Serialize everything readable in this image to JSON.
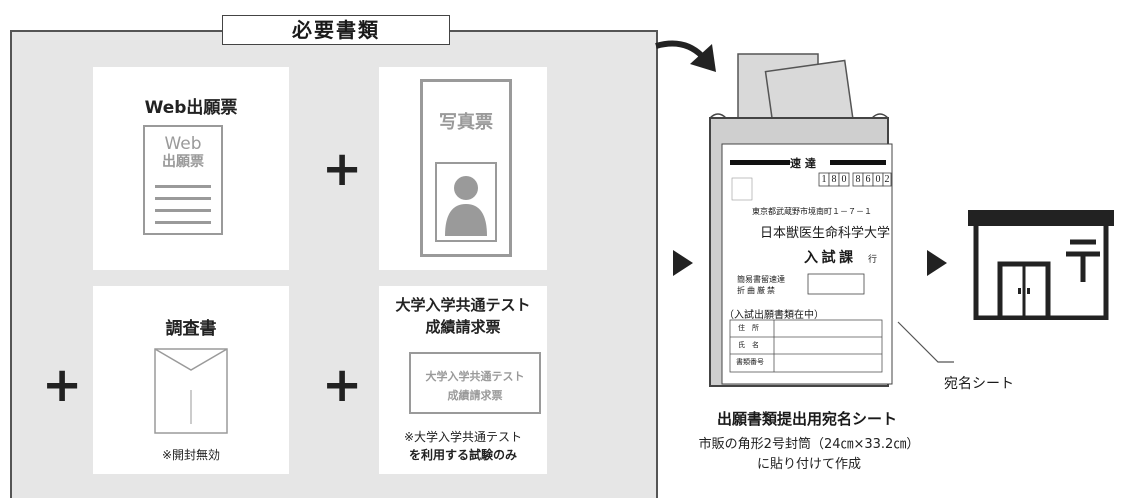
{
  "panel": {
    "title": "必要書類"
  },
  "card_web": {
    "title": "Web出願票",
    "doc_line1": "Web",
    "doc_line2": "出願票"
  },
  "card_photo": {
    "title": "写真票"
  },
  "card_survey": {
    "title": "調査書",
    "note": "※開封無効"
  },
  "card_exam": {
    "title_line1": "大学入学共通テスト",
    "title_line2": "成績請求票",
    "doc_line1": "大学入学共通テスト",
    "doc_line2": "成績請求票",
    "note_line1": "※大学入学共通テスト",
    "note_line2": "を利用する試験のみ"
  },
  "plus_symbol": "+",
  "envelope": {
    "sokutatsu": "速 達",
    "postcode": [
      "1",
      "8",
      "0",
      "8",
      "6",
      "0",
      "2"
    ],
    "address": "東京都武蔵野市境南町１－７－１",
    "university": "日本獣医生命科学大学",
    "dept": "入 試 課",
    "dept_suffix": "行",
    "side_label": "簡易書留速達\n折 曲 厳 禁",
    "enclosed": "（入試出願書類在中）",
    "rows": [
      "住　所",
      "氏　名",
      "書類番号"
    ]
  },
  "label_callout": "宛名シート",
  "caption": {
    "title": "出願書類提出用宛名シート",
    "line1": "市販の角形2号封筒（24㎝×33.2㎝）",
    "line2": "に貼り付けて作成"
  },
  "colors": {
    "panel_bg": "#e6e6e6",
    "gray_icon": "#9a9a9a",
    "dark": "#222222"
  }
}
